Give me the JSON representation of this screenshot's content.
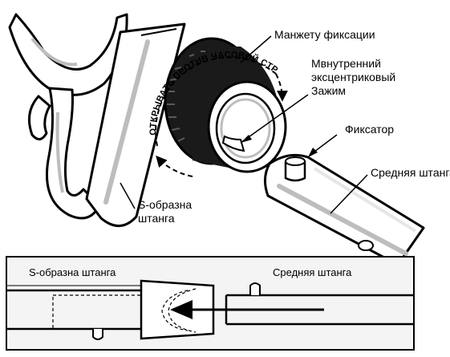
{
  "labels": {
    "cuff": "Манжету фиксации",
    "clamp_line1": "Мвнутренний",
    "clamp_line2": "эксцентриковый",
    "clamp_line3": "Зажим",
    "latch": "Фиксатор",
    "mid_shaft": "Средняя штанга",
    "s_shaft_line1": "S-образна",
    "s_shaft_line2": "штанга",
    "inset_s_shaft": "S-образна штанга",
    "inset_mid_shaft": "Средняя штанга"
  },
  "rotation_note": "ОТКРЫВАТЬ ПРОТИВ ЧАСОВОЙ СТРЕЛКИ",
  "colors": {
    "ink": "#000000",
    "paper": "#ffffff",
    "shade": "#bdbdbd",
    "light": "#e6e6e6",
    "inset_bg": "#f4f4f4"
  }
}
